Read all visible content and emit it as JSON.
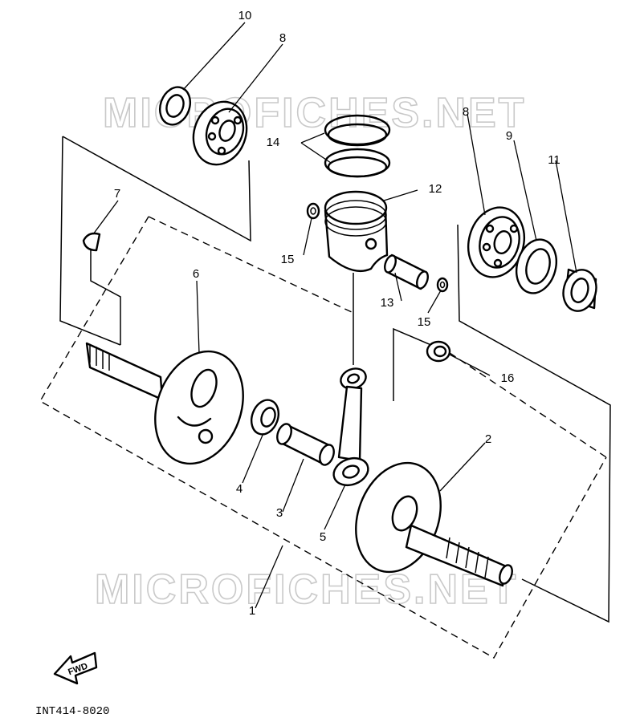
{
  "watermark": "MICROFICHES.NET",
  "diagram_code": "INT414-8020",
  "fwd_label": "FWD",
  "callouts": {
    "c1": "1",
    "c2": "2",
    "c3": "3",
    "c4": "4",
    "c5": "5",
    "c6": "6",
    "c7": "7",
    "c8a": "8",
    "c8b": "8",
    "c9": "9",
    "c10": "10",
    "c11": "11",
    "c12": "12",
    "c13": "13",
    "c14": "14",
    "c15a": "15",
    "c15b": "15",
    "c16": "16"
  }
}
